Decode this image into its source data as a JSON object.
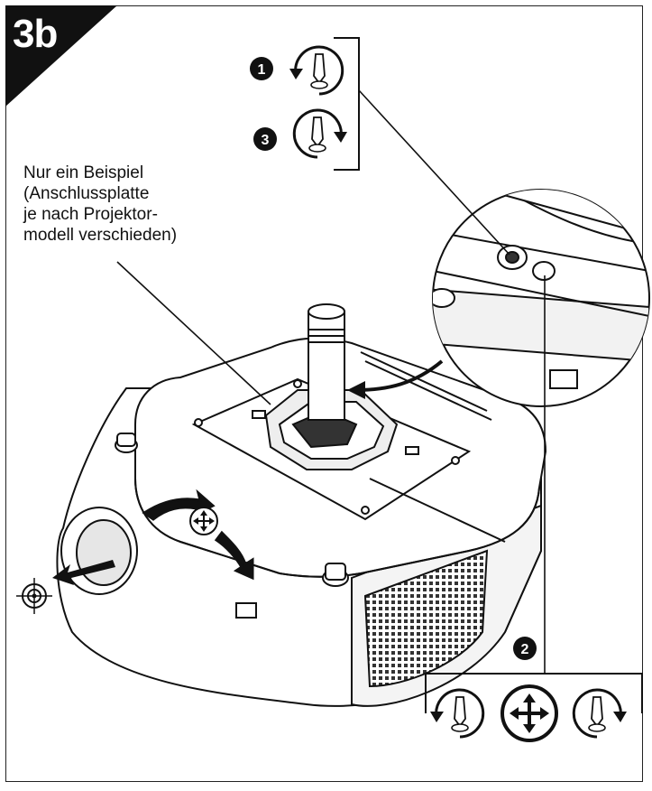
{
  "step_label": "3b",
  "caption": {
    "lines": [
      "Nur ein Beispiel",
      "(Anschlussplatte",
      "je nach Projektor-",
      "modell verschieden)"
    ]
  },
  "step_badges": {
    "one": "1",
    "two": "2",
    "three": "3"
  },
  "icons": {
    "screw_loosen": "screw-loosen-icon",
    "screw_tighten": "screw-tighten-icon",
    "move_adjust": "move-arrows-icon",
    "lens_center": "crosshair-target-icon"
  },
  "colors": {
    "ink": "#111111",
    "paper": "#ffffff",
    "shade": "#cfcfcf"
  }
}
